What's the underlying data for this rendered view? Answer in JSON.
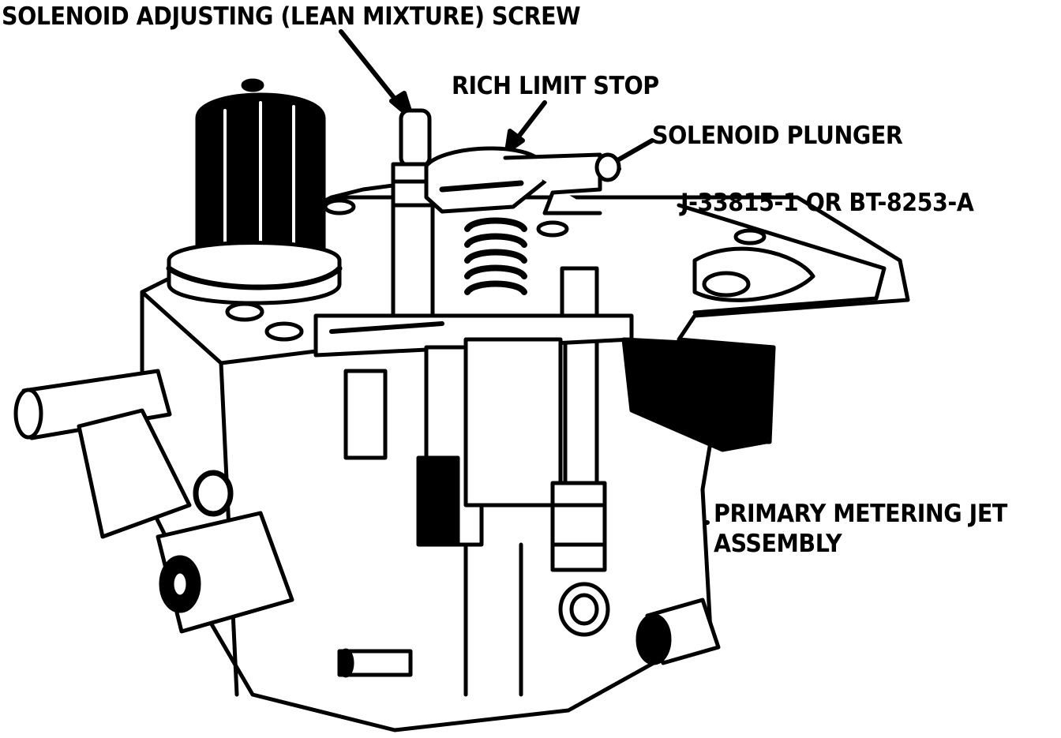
{
  "labels": {
    "solenoid_screw": "SOLENOID ADJUSTING (LEAN MIXTURE) SCREW",
    "rich_limit_stop": "RICH LIMIT STOP",
    "solenoid_plunger": "SOLENOID PLUNGER",
    "tool": "J-33815-1 OR BT-8253-A",
    "jet_line1": "PRIMARY METERING JET",
    "jet_line2": "ASSEMBLY"
  },
  "colors": {
    "ink": "#000000",
    "paper": "#ffffff"
  }
}
